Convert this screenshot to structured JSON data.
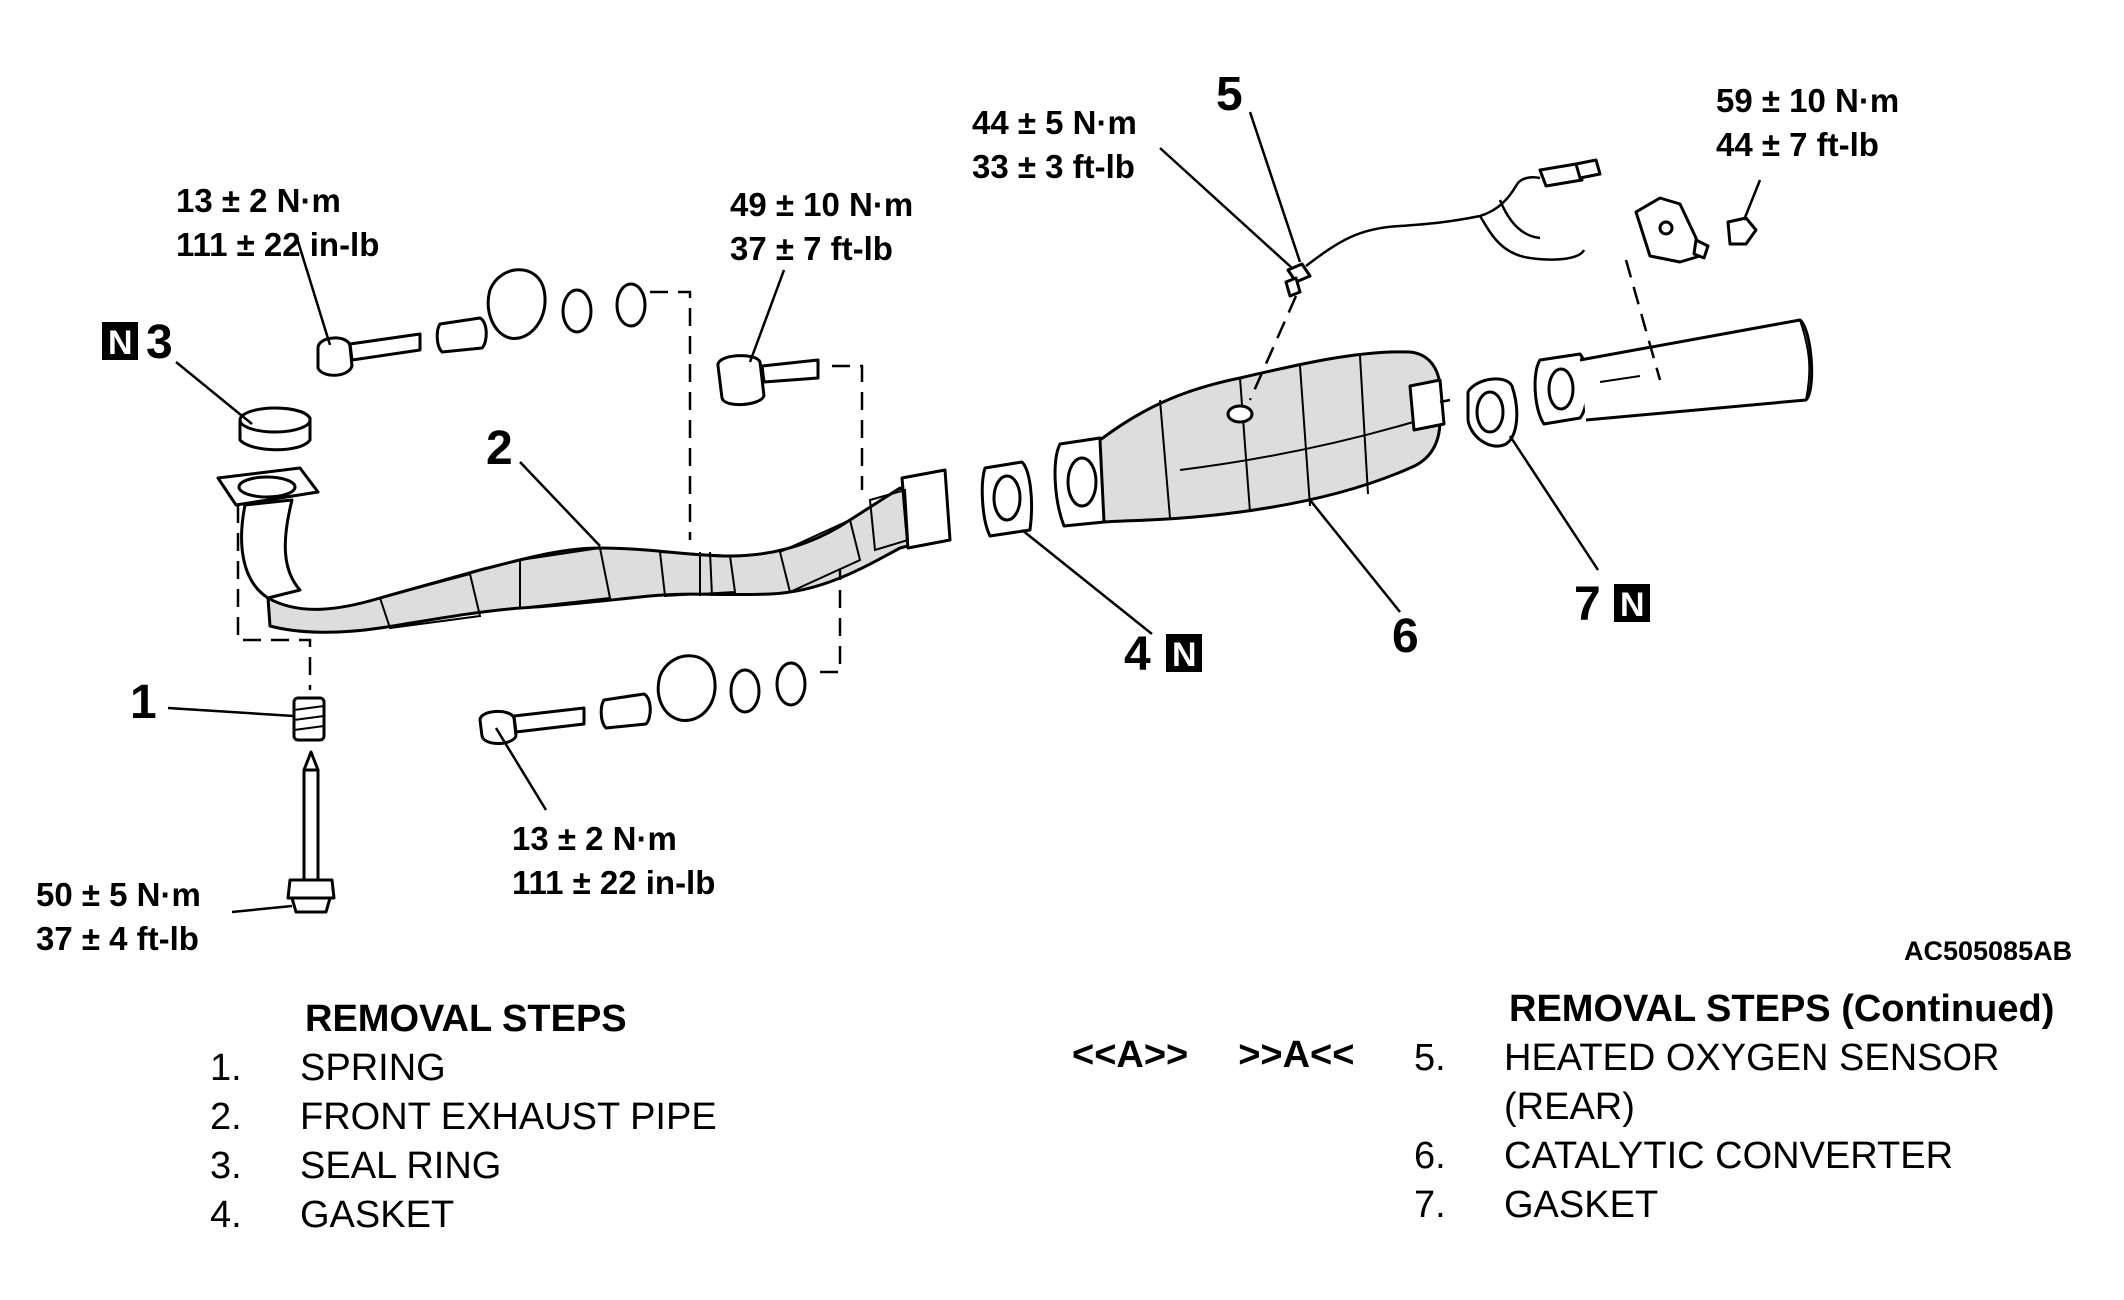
{
  "torque_labels": {
    "bolt_upper_left": [
      "13 ± 2 N·m",
      "111 ± 22 in-lb"
    ],
    "bolt_upper_mid": [
      "49 ± 10 N·m",
      "37 ± 7 ft-lb"
    ],
    "sensor": [
      "44 ± 5 N·m",
      "33 ± 3 ft-lb"
    ],
    "bracket_nut": [
      "59 ± 10 N·m",
      "44 ± 7 ft-lb"
    ],
    "bolt_lower_mid": [
      "13 ± 2 N·m",
      "111 ± 22 in-lb"
    ],
    "bolt_lower_left": [
      "50 ± 5 N·m",
      "37 ± 4 ft-lb"
    ]
  },
  "callouts": {
    "c1": "1",
    "c2": "2",
    "c3": "3",
    "c4": "4",
    "c5": "5",
    "c6": "6",
    "c7": "7",
    "n_mark": "N"
  },
  "figure_id": "AC505085AB",
  "removal_steps": {
    "heading": "REMOVAL STEPS",
    "items": [
      {
        "num": "1.",
        "label": "SPRING"
      },
      {
        "num": "2.",
        "label": "FRONT EXHAUST PIPE"
      },
      {
        "num": "3.",
        "label": "SEAL RING"
      },
      {
        "num": "4.",
        "label": "GASKET"
      }
    ]
  },
  "references": {
    "ref_a": "<<A>>",
    "ref_b": ">>A<<"
  },
  "removal_steps_continued": {
    "heading": "REMOVAL STEPS (Continued)",
    "items": [
      {
        "num": "5.",
        "label": "HEATED OXYGEN SENSOR"
      },
      {
        "num": "",
        "label": "(REAR)"
      },
      {
        "num": "6.",
        "label": "CATALYTIC CONVERTER"
      },
      {
        "num": "7.",
        "label": "GASKET"
      }
    ]
  }
}
